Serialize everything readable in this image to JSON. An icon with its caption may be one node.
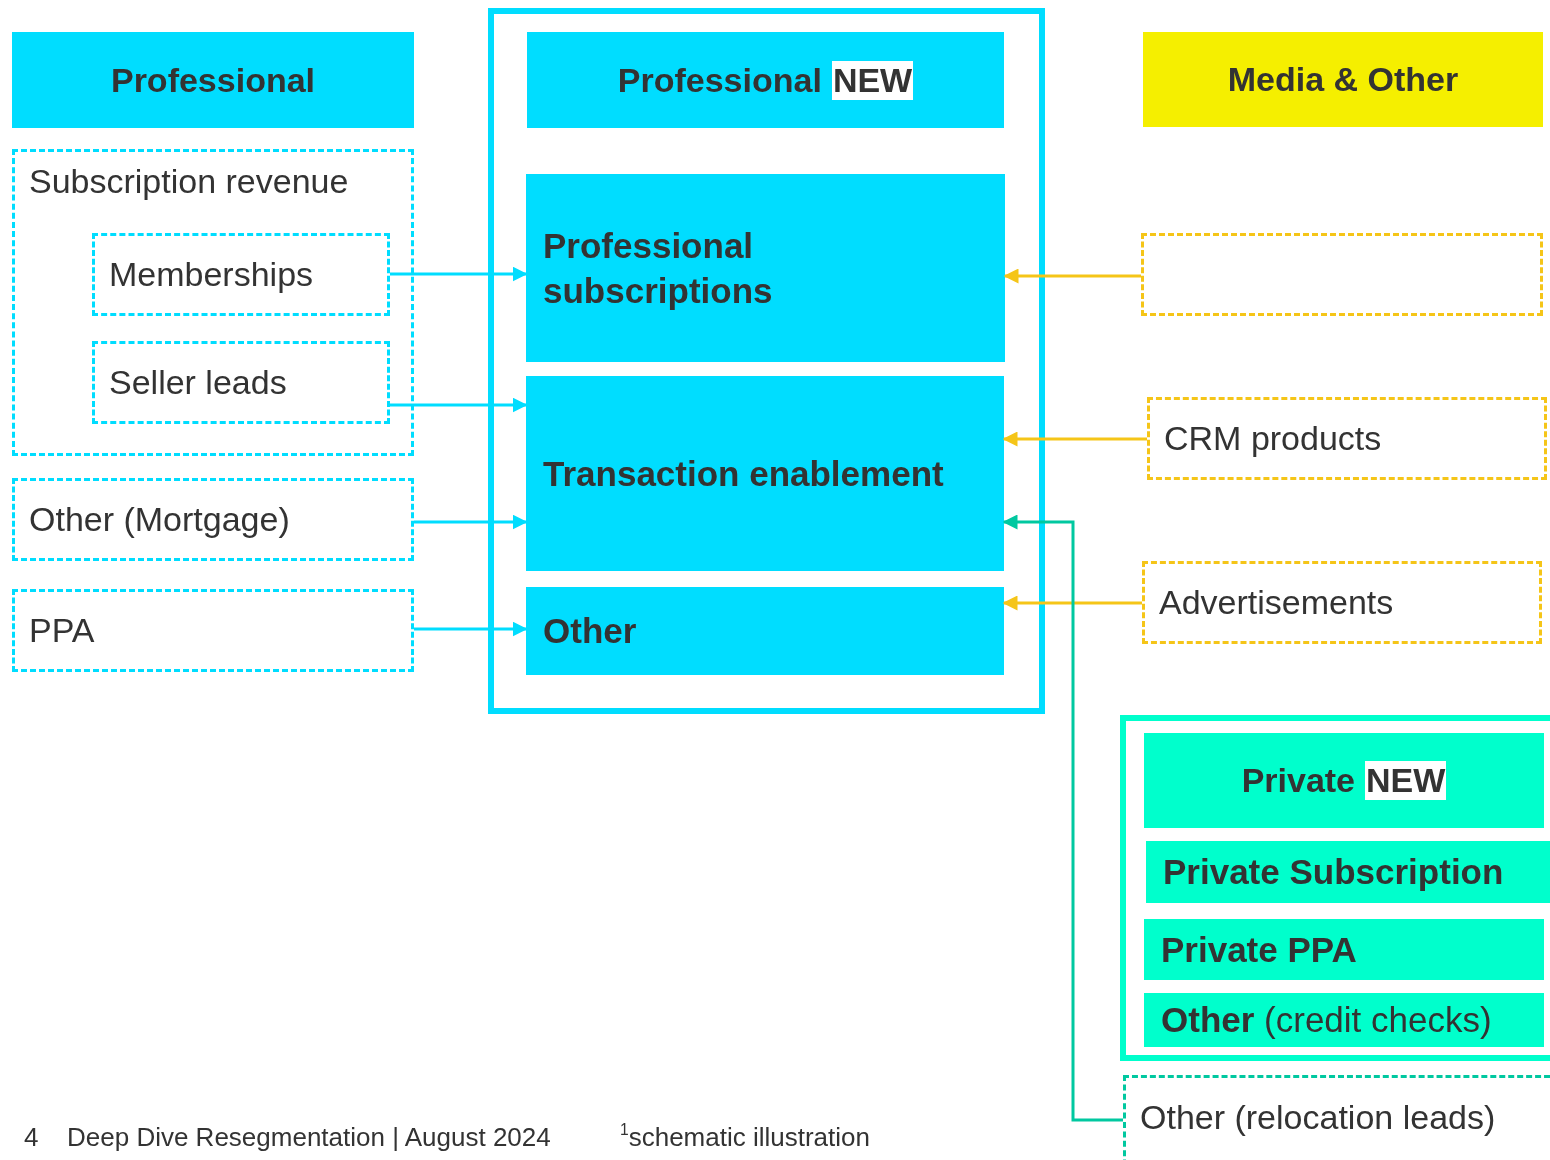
{
  "diagram": {
    "nodes": [
      {
        "text": [
          "Professional"
        ]
      },
      {
        "text": [
          "Subscription revenue"
        ]
      },
      {
        "text": [
          "Memberships"
        ],
        "in": 1
      },
      {
        "text": [
          "Seller leads"
        ],
        "in": 1
      },
      {
        "text": [
          "Other (Mortgage)"
        ]
      },
      {
        "text": [
          "PPA"
        ]
      },
      {
        "text": [],
        "shape": "box"
      },
      {
        "text": [
          "Professional",
          "NEW"
        ],
        "in": 6
      },
      {
        "text": [
          "Professional subscriptions"
        ],
        "in": 6
      },
      {
        "text": [
          "Transaction enablement"
        ],
        "in": 6
      },
      {
        "text": [
          "Other"
        ],
        "in": 6
      },
      {
        "text": [
          "Media & Other"
        ]
      },
      {
        "text": [],
        "shape": "box"
      },
      {
        "text": [
          "CRM products"
        ]
      },
      {
        "text": [
          "Advertisements"
        ]
      },
      {
        "text": [],
        "shape": "box"
      },
      {
        "text": [
          "Private",
          "NEW"
        ],
        "in": 15
      },
      {
        "text": [
          "Private Subscription"
        ],
        "in": 15
      },
      {
        "text": [
          "Private PPA"
        ],
        "in": 15
      },
      {
        "text": [
          "**Other** (credit checks)"
        ],
        "in": 15
      },
      {
        "text": [
          "Other (relocation leads)"
        ]
      }
    ],
    "edges": [
      {
        "from": 2,
        "to": 8,
        "arrow": "to"
      },
      {
        "from": 3,
        "to": 9,
        "arrow": "to"
      },
      {
        "from": 4,
        "to": 9,
        "arrow": "to"
      },
      {
        "from": 5,
        "to": 10,
        "arrow": "to"
      },
      {
        "from": 12,
        "to": 8,
        "arrow": "to",
        "color": "#f5c518"
      },
      {
        "from": 13,
        "to": 9,
        "arrow": "to",
        "color": "#f5c518"
      },
      {
        "from": 14,
        "to": 10,
        "arrow": "to",
        "color": "#f5c518"
      },
      {
        "from": 20,
        "to": 9,
        "arrow": "to",
        "color": "#00c8a0"
      }
    ],
    "labels": [
      "4",
      "Deep Dive Resegmentation | August 2024",
      "$^{1}$schematic illustration"
    ]
  }
}
